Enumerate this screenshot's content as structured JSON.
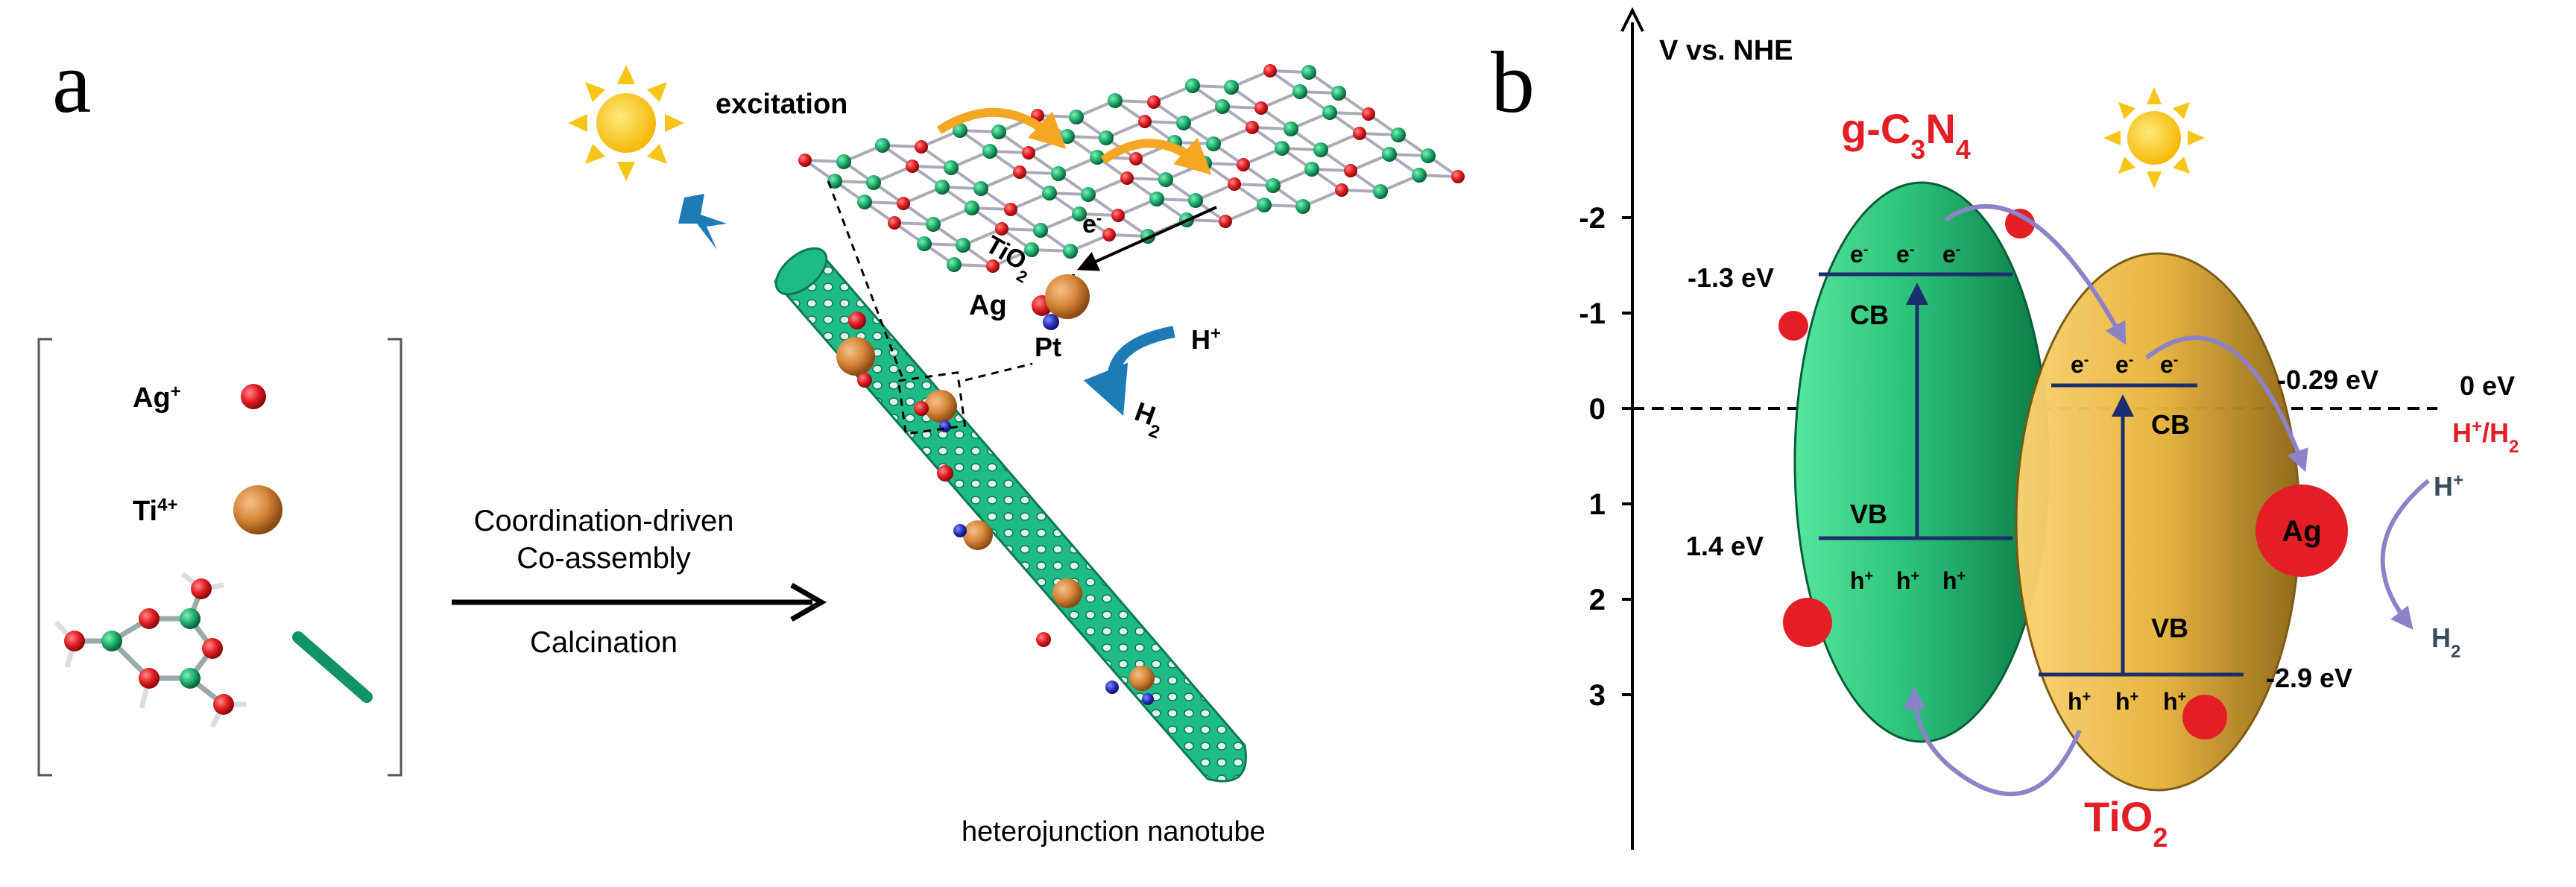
{
  "colors": {
    "green_dark": "#0b8a4f",
    "green_light": "#3ed88c",
    "gold_dark": "#9a6e16",
    "gold_light": "#f8cc5c",
    "red": "#e31e24",
    "navy": "#1b2f6e",
    "purple": "#8c82c8",
    "blue": "#1f7ab8",
    "orange": "#d7873b",
    "sun": "#f5c518",
    "tube": "#1fbb86"
  },
  "panel_a": {
    "letter": "a",
    "legend": {
      "ag_label": "Ag",
      "ag_sup": "+",
      "ti_label": "Ti",
      "ti_sup": "4+"
    },
    "arrow_top_line1": "Coordination-driven",
    "arrow_top_line2": "Co-assembly",
    "arrow_bottom": "Calcination",
    "excitation": "excitation",
    "electron_label": "e",
    "electron_sup": "-",
    "tio2_label": "TiO",
    "tio2_sub": "2",
    "ag_label": "Ag",
    "pt_label": "Pt",
    "hplus": "H",
    "hplus_sup": "+",
    "h2": "H",
    "h2_sub": "2",
    "tube_caption": "heterojunction nanotube"
  },
  "panel_b": {
    "letter": "b",
    "axis_title": "V vs. NHE",
    "ticks": [
      "-2",
      "-1",
      "0",
      "1",
      "2",
      "3"
    ],
    "gcn_label": "g-C",
    "gcn_sub1": "3",
    "gcn_mid": "N",
    "gcn_sub2": "4",
    "tio2_label": "TiO",
    "tio2_sub": "2",
    "cb_label": "CB",
    "vb_label": "VB",
    "electron": "e",
    "electron_sup": "-",
    "hole": "h",
    "hole_sup": "+",
    "gcn_cb_energy": "-1.3 eV",
    "gcn_vb_energy": "1.4 eV",
    "tio2_cb_energy": "-0.29 eV",
    "tio2_vb_energy": "-2.9 eV",
    "zero_label": "0 eV",
    "hh2_h": "H",
    "hh2_sup": "+",
    "hh2_rest": "/H",
    "hh2_sub": "2",
    "ag_label": "Ag",
    "hplus": "H",
    "hplus_sup": "+",
    "h2": "H",
    "h2_sub": "2"
  }
}
